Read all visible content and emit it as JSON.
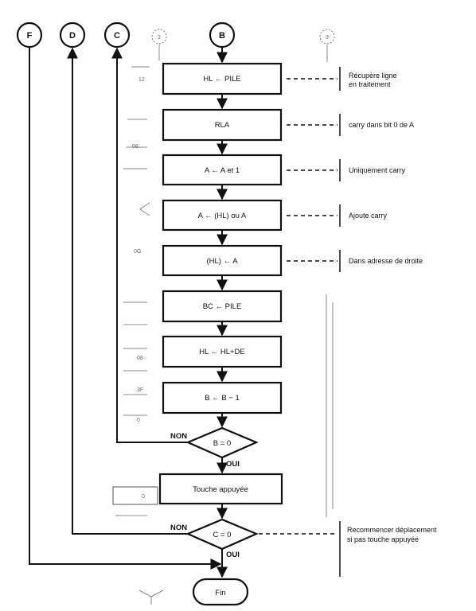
{
  "connectors": {
    "F": "F",
    "D": "D",
    "C": "C",
    "B": "B",
    "page2": "2",
    "page3": "3"
  },
  "steps": {
    "s1": "HL ← PILE",
    "s2": "RLA",
    "s3": "A ← A et 1",
    "s4": "A ← (HL) ou A",
    "s5": "(HL) ← A",
    "s6": "BC ← PILE",
    "s7": "HL ← HL+DE",
    "s8": "B ← B − 1",
    "s9": "Touche appuyée"
  },
  "decisions": {
    "d1": {
      "label": "B = 0",
      "no": "NON",
      "yes": "OUI"
    },
    "d2": {
      "label": "C = 0",
      "no": "NON",
      "yes": "OUI"
    }
  },
  "end": "Fin",
  "comments": {
    "c1_line1": "Récupère ligne",
    "c1_line2": "en traitement",
    "c2": "carry dans bit 0 de A",
    "c3": "Uniquement carry",
    "c4": "Ajoute carry",
    "c5": "Dans adresse de droite",
    "c6_line1": "Recommencer déplacement",
    "c6_line2": "si pas touche appuyée"
  },
  "margin_marks": {
    "m1": "12",
    "m2": "08",
    "m3": "0G",
    "m4": "08",
    "m5": "3F",
    "m6": "0",
    "m7": "0"
  }
}
